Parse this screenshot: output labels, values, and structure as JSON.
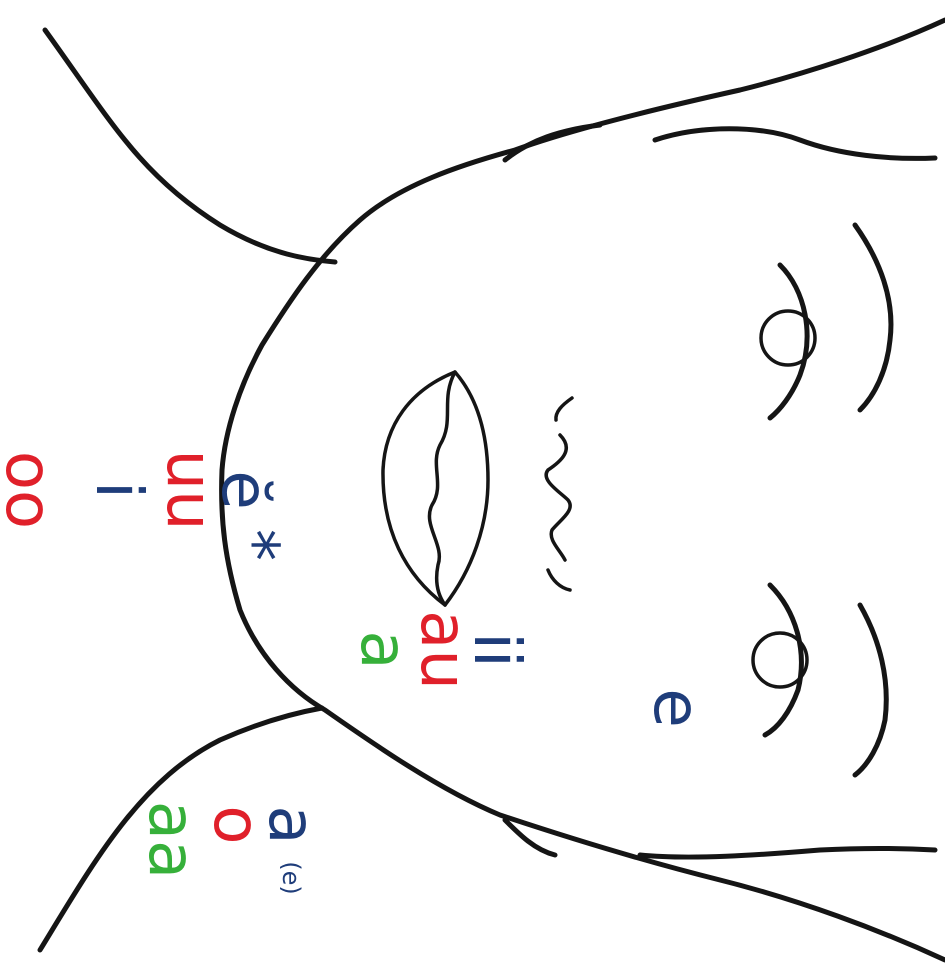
{
  "colors": {
    "blue": "#1f3d7a",
    "red": "#e0202a",
    "green": "#36b03a",
    "ink": "#151515"
  },
  "labels": {
    "oo": "oo",
    "i": "i",
    "uu": "uu",
    "e_breve": "ĕ",
    "asterisk": "*",
    "au": "au",
    "a_green": "a",
    "ii": "ii",
    "e": "e",
    "a_blue": "a",
    "e_paren": "(e)",
    "o": "o",
    "aa": "aa"
  }
}
